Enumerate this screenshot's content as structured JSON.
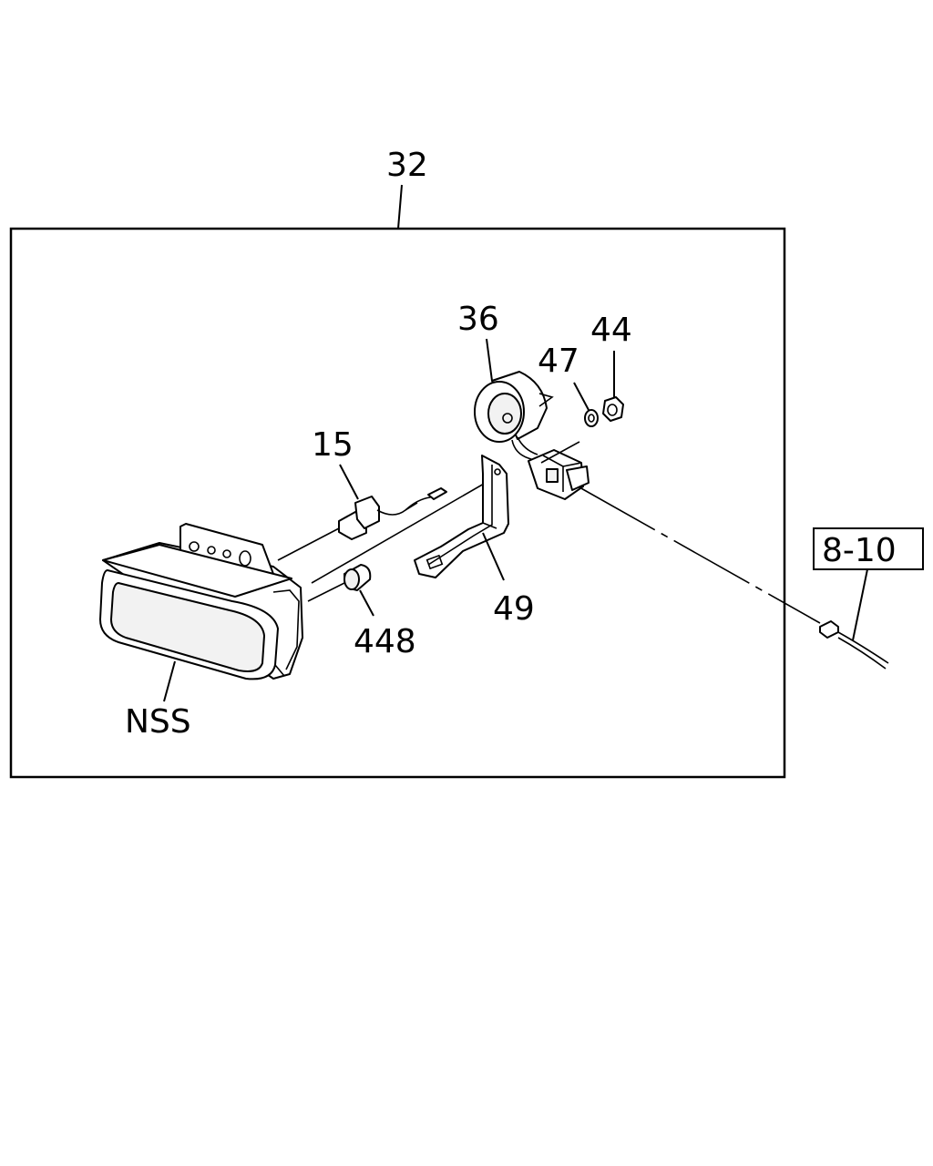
{
  "callouts": {
    "assembly": "32",
    "foglamp_lens": "NSS",
    "bulb_socket": "15",
    "grommet": "448",
    "bracket": "49",
    "harness_grommet": "36",
    "washer": "47",
    "nut": "44",
    "reference": "8-10"
  },
  "icons": [
    "fog-lamp-icon",
    "bulb-socket-icon",
    "grommet-icon",
    "bracket-icon",
    "connector-icon",
    "washer-icon",
    "nut-icon"
  ]
}
